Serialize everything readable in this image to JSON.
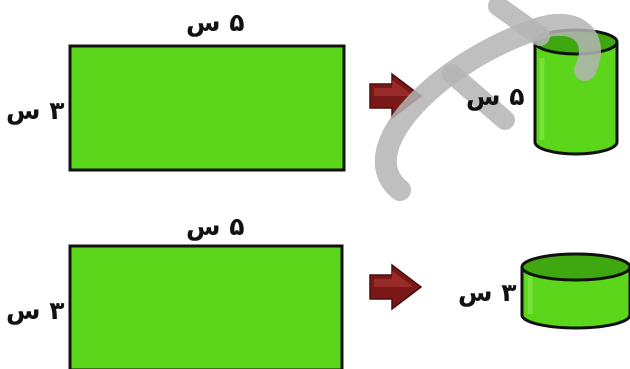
{
  "colors": {
    "fill": "#5cd61a",
    "fill_dark": "#3fa810",
    "outline": "#111111",
    "arrow": "#7a1818",
    "arrow_light": "#b23a3a",
    "watermark": "#b4b4b4"
  },
  "row1": {
    "rectangle": {
      "top_label": "۵ س",
      "side_label": "۳ س"
    },
    "arrow_icon": "right-arrow-icon",
    "cylinder": {
      "side_label": "۵ س"
    }
  },
  "row2": {
    "rectangle": {
      "top_label": "۵ س",
      "side_label": "۳ س"
    },
    "arrow_icon": "right-arrow-icon",
    "cylinder": {
      "side_label": "۳ س"
    }
  }
}
